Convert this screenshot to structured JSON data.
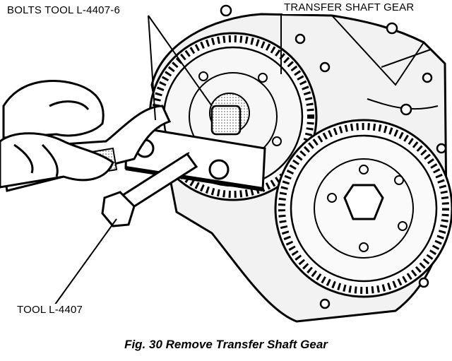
{
  "labels": {
    "bolts_tool": "BOLTS TOOL L-4407-6",
    "transfer_shaft_gear": "TRANSFER SHAFT GEAR",
    "tool": "TOOL L-4407"
  },
  "caption": "Fig. 30 Remove Transfer Shaft Gear",
  "colors": {
    "ink": "#000000",
    "paper": "#ffffff",
    "shade": "#d9d9d9"
  }
}
